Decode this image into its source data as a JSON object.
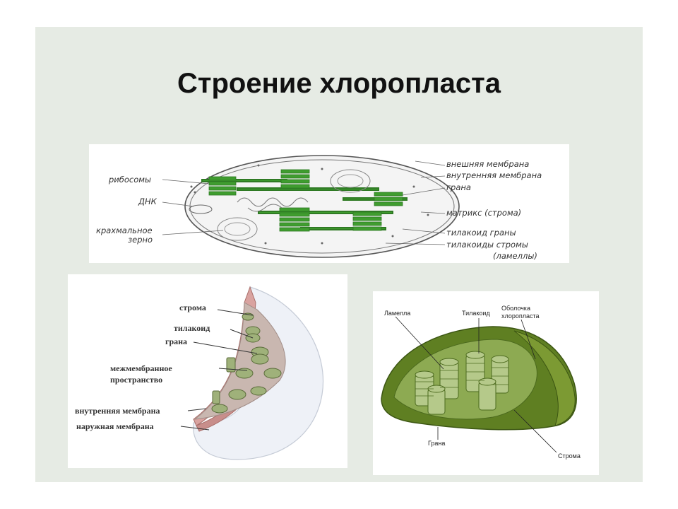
{
  "title": "Строение хлоропласта",
  "diagram_top": {
    "labels_left": [
      "рибосомы",
      "ДНК",
      "крахмальное",
      "зерно"
    ],
    "labels_right": [
      "внешняя мембрана",
      "внутренняя мембрана",
      "грана",
      "матрикс (строма)",
      "тилакоид граны",
      "тилакоиды стромы",
      "(ламеллы)"
    ]
  },
  "diagram_left": {
    "labels": [
      "строма",
      "тилакоид",
      "грана",
      "межмембранное",
      "пространство",
      "внутренняя мембрана",
      "наружная мембрана"
    ]
  },
  "diagram_right": {
    "labels_top": [
      "Ламелла",
      "Тилакоид",
      "Оболочка",
      "хлоропласта"
    ],
    "labels_bottom": [
      "Грана",
      "Строма"
    ]
  },
  "colors": {
    "slide_bg": "#e6ebe4",
    "grana_green": "#3f9d2f",
    "shell_green": "#5f7f22",
    "membrane_pink": "#d9a3a0"
  }
}
